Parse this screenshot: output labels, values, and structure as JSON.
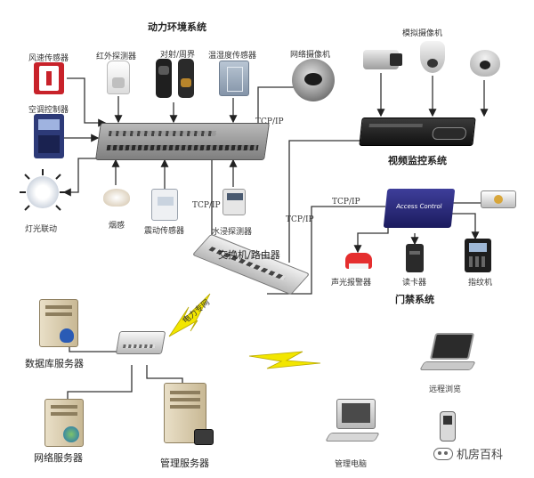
{
  "titles": {
    "power_env": "动力环境系统",
    "video": "视频监控系统",
    "access": "门禁系统"
  },
  "links": {
    "tcpip_1": "TCP/IP",
    "tcpip_2": "TCP/IP",
    "tcpip_3": "TCP/IP",
    "tcpip_4": "TCP/IP",
    "power_net": "电力专网"
  },
  "devices": {
    "wind_sensor": "风速传感器",
    "ac_controller": "空调控制器",
    "light_link": "灯光联动",
    "ir_detector": "红外探测器",
    "beam": "对射/周界",
    "temp_hum": "温湿度传感器",
    "net_camera": "网络摄像机",
    "analog_camera": "模拟摄像机",
    "smoke": "烟感",
    "vibration": "震动传感器",
    "water": "水浸探测器",
    "switch": "交换机/路由器",
    "alarm": "声光报警器",
    "card_reader": "读卡器",
    "fingerprint": "指纹机",
    "access_panel_text": "Access Control",
    "db_server": "数据库服务器",
    "web_server": "网络服务器",
    "mgmt_server": "管理服务器",
    "mgmt_pc": "管理电脑",
    "remote": "远程浏览"
  },
  "watermark": "机房百科"
}
